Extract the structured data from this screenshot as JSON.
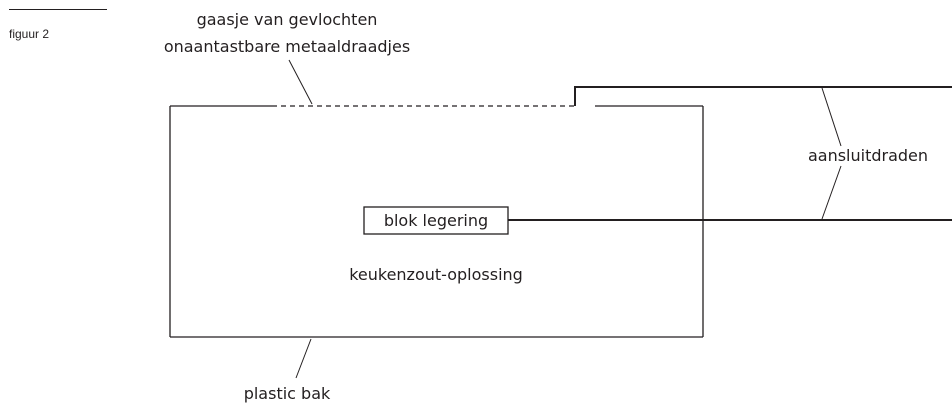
{
  "figure": {
    "label": "figuur 2"
  },
  "labels": {
    "gauze_line1": "gaasje van gevlochten",
    "gauze_line2": "onaantastbare metaaldraadjes",
    "wires": "aansluitdraden",
    "alloy_block": "blok legering",
    "solution": "keukenzout-oplossing",
    "container": "plastic bak"
  },
  "colors": {
    "ink": "#231f20",
    "background": "#ffffff"
  }
}
